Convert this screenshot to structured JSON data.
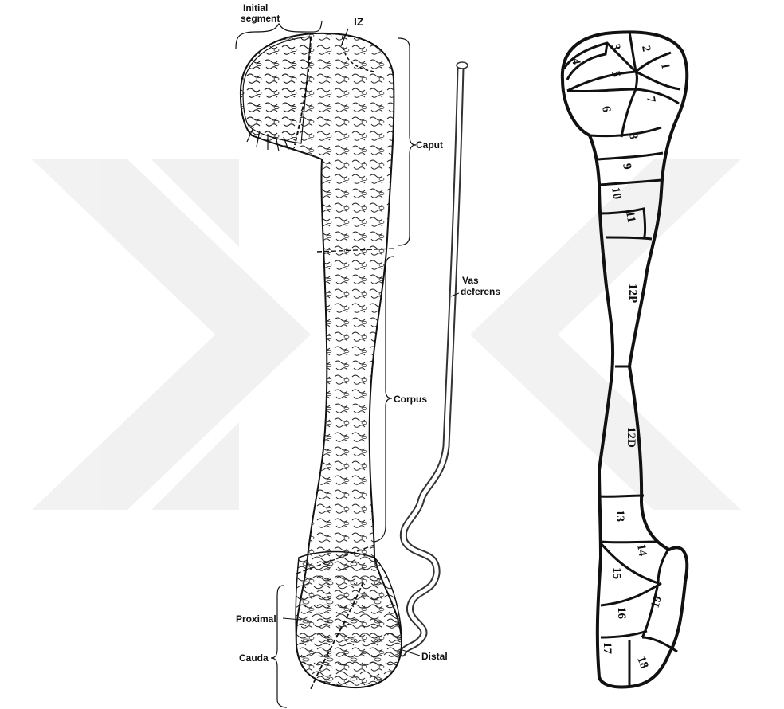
{
  "illustration": {
    "labels": {
      "initial_segment_line1": "Initial",
      "initial_segment_line2": "segment",
      "iz": "IZ",
      "caput": "Caput",
      "corpus": "Corpus",
      "vas_deferens_line1": "Vas",
      "vas_deferens_line2": "deferens",
      "proximal": "Proximal",
      "cauda": "Cauda",
      "distal": "Distal"
    }
  },
  "segment_map": {
    "segments": [
      "1",
      "2",
      "3",
      "4",
      "5",
      "6",
      "7",
      "8",
      "9",
      "10",
      "11",
      "12P",
      "12D",
      "13",
      "14",
      "15",
      "16",
      "17",
      "18",
      "19"
    ]
  }
}
